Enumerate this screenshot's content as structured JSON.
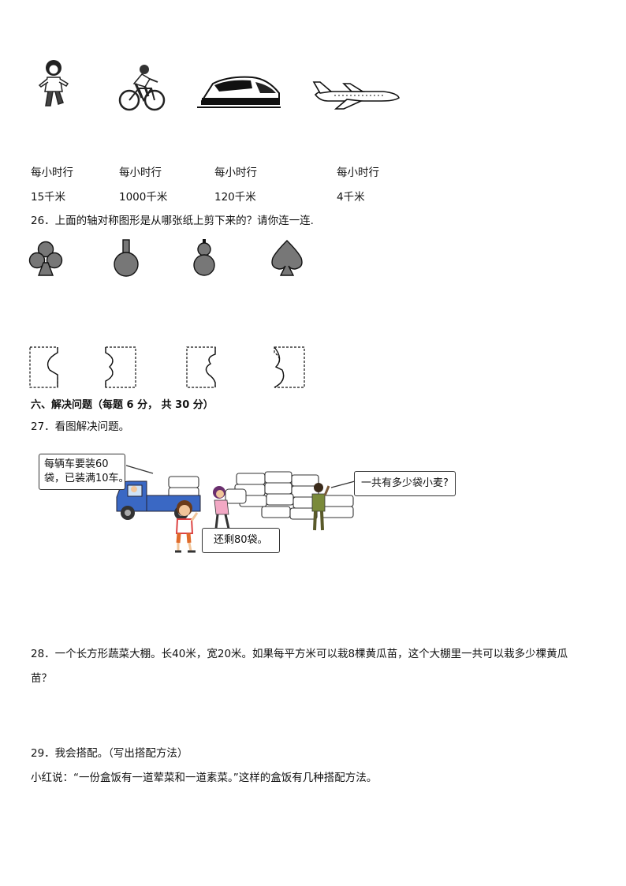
{
  "q25": {
    "speeds": [
      {
        "line1": "每小时行",
        "line2": "15千米"
      },
      {
        "line1": "每小时行",
        "line2": "1000千米"
      },
      {
        "line1": "每小时行",
        "line2": "120千米"
      },
      {
        "line1": "每小时行",
        "line2": "4千米"
      }
    ],
    "pictures": [
      "girl-walking-icon",
      "cyclist-icon",
      "high-speed-train-icon",
      "airplane-icon"
    ]
  },
  "q26": {
    "text": "26．上面的轴对称图形是从哪张纸上剪下来的？请你连一连.",
    "shapes": [
      "club-icon",
      "racket-icon",
      "gourd-icon",
      "spade-icon"
    ],
    "papers": [
      "paper-cut-a",
      "paper-cut-b",
      "paper-cut-c",
      "paper-cut-d"
    ]
  },
  "section6": {
    "title": "六、解决问题（每题 6 分， 共 30 分）"
  },
  "q27": {
    "text": "27．看图解决问题。",
    "bubble_truck_line1": "每辆车要装60",
    "bubble_truck_line2": "袋，已装满10车。",
    "bubble_question": "一共有多少袋小麦?",
    "bubble_remaining": "还剩80袋。"
  },
  "q28": {
    "line1": "28．一个长方形蔬菜大棚。长40米，宽20米。如果每平方米可以栽8棵黄瓜苗，这个大棚里一共可以栽多少棵黄瓜",
    "line2": "苗？"
  },
  "q29": {
    "line1": "29．我会搭配。（写出搭配方法）",
    "line2": "小红说：“一份盒饭有一道荤菜和一道素菜。”这样的盒饭有几种搭配方法。"
  }
}
